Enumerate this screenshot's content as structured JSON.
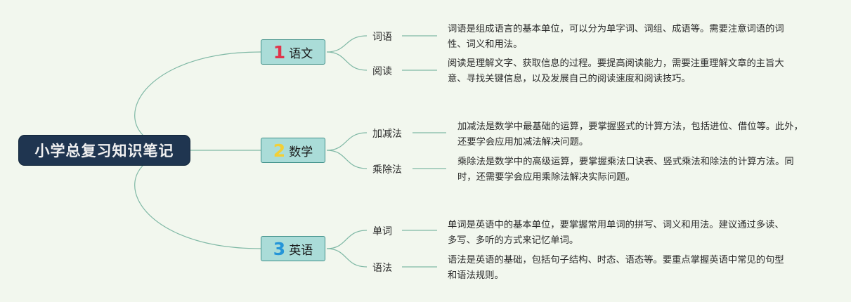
{
  "root": {
    "title": "小学总复习知识笔记"
  },
  "branches": [
    {
      "number": "1",
      "label": "语文",
      "color": "#e0344b",
      "topics": [
        {
          "label": "词语",
          "text": "词语是组成语言的基本单位，可以分为单字词、词组、成语等。需要注意词语的词性、词义和用法。"
        },
        {
          "label": "阅读",
          "text": "阅读是理解文字、获取信息的过程。要提高阅读能力，需要注重理解文章的主旨大意、寻找关键信息，以及发展自己的阅读速度和阅读技巧。"
        }
      ]
    },
    {
      "number": "2",
      "label": "数学",
      "color": "#f3cf36",
      "topics": [
        {
          "label": "加减法",
          "text": "加减法是数学中最基础的运算，要掌握竖式的计算方法，包括进位、借位等。此外，还要学会应用加减法解决问题。"
        },
        {
          "label": "乘除法",
          "text": "乘除法是数学中的高级运算，要掌握乘法口诀表、竖式乘法和除法的计算方法。同时，还需要学会应用乘除法解决实际问题。"
        }
      ]
    },
    {
      "number": "3",
      "label": "英语",
      "color": "#2495d8",
      "topics": [
        {
          "label": "单词",
          "text": "单词是英语中的基本单位，要掌握常用单词的拼写、词义和用法。建议通过多读、多写、多听的方式来记忆单词。"
        },
        {
          "label": "语法",
          "text": "语法是英语的基础，包括句子结构、时态、语态等。要重点掌握英语中常见的句型和语法规则。"
        }
      ]
    }
  ]
}
